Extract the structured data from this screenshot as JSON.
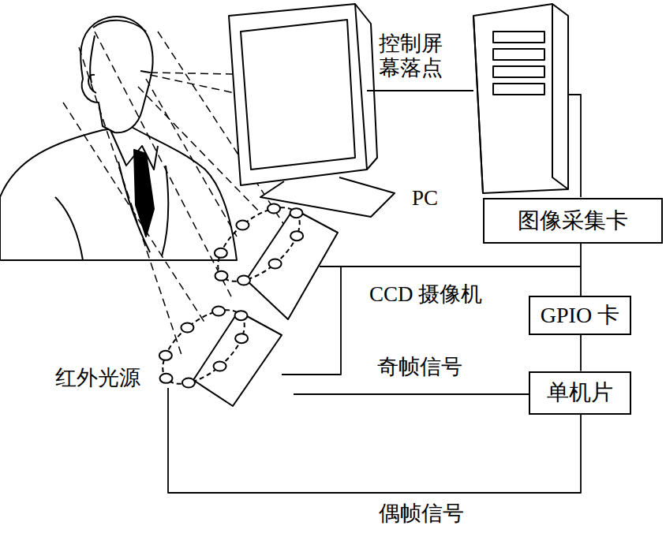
{
  "diagram": {
    "nodes": [
      {
        "text": [
          "图像采集卡"
        ]
      },
      {
        "text": [
          "GPIO 卡"
        ]
      },
      {
        "text": [
          "单机片"
        ]
      }
    ],
    "edges": [
      {
        "from": 0,
        "to": 1,
        "arrow": "none"
      },
      {
        "from": 1,
        "to": 2,
        "arrow": "none"
      }
    ],
    "labels": [
      "控制屏 幕落点",
      "PC",
      "CCD 摄像机",
      "奇帧信号",
      "红外光源",
      "偶帧信号"
    ]
  }
}
